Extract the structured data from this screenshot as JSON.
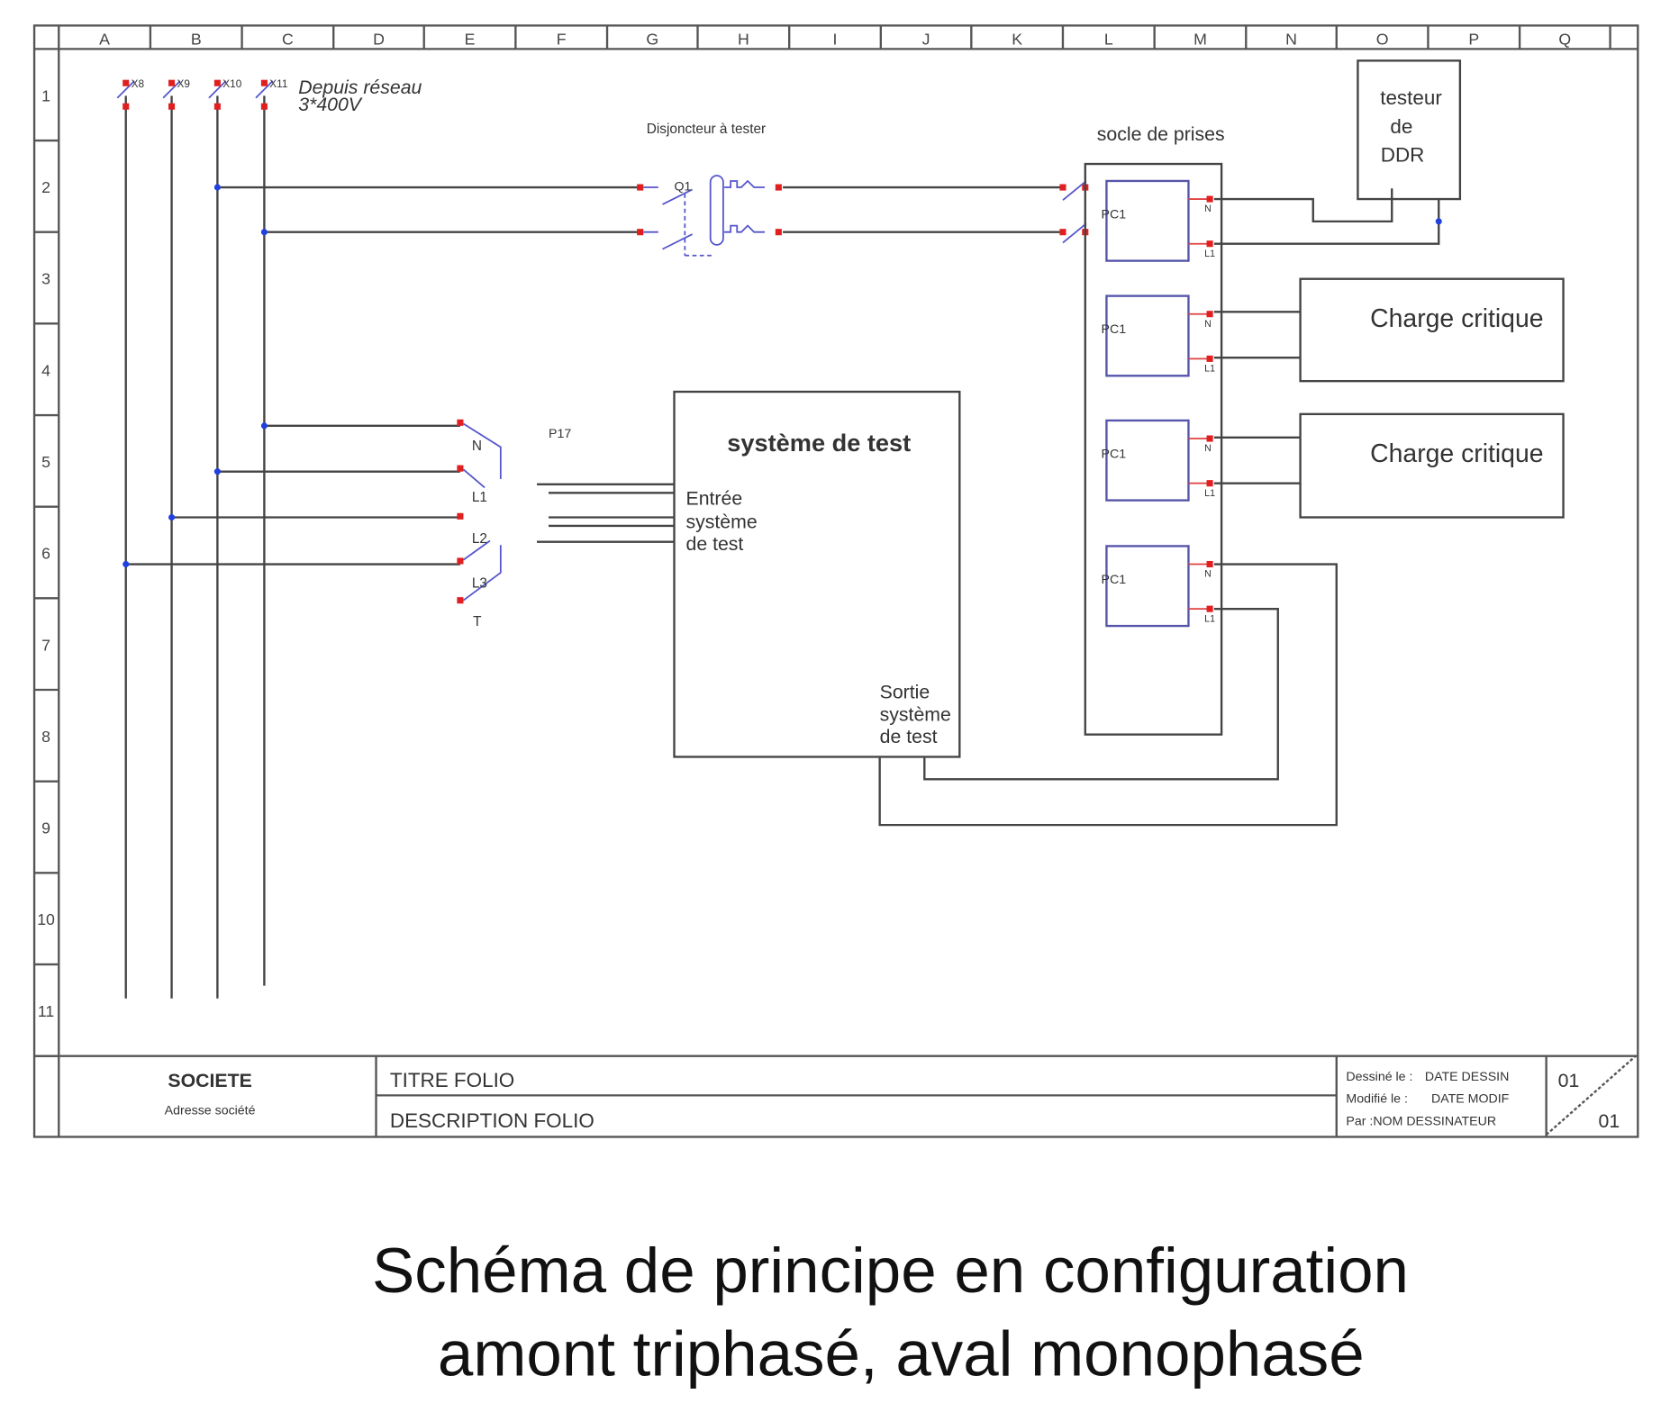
{
  "grid": {
    "columns": [
      "A",
      "B",
      "C",
      "D",
      "E",
      "F",
      "G",
      "H",
      "I",
      "J",
      "K",
      "L",
      "M",
      "N",
      "O",
      "P",
      "Q"
    ],
    "rows": [
      "1",
      "2",
      "3",
      "4",
      "5",
      "6",
      "7",
      "8",
      "9",
      "10",
      "11"
    ]
  },
  "supply": {
    "terminals": [
      "X8",
      "X9",
      "X10",
      "X11"
    ],
    "label_line1": "Depuis réseau",
    "label_line2": "3*400V"
  },
  "breaker": {
    "title": "Disjoncteur à tester",
    "ref": "Q1"
  },
  "socket_strip": {
    "title": "socle de prises",
    "sockets": [
      {
        "ref": "PC1",
        "pins": [
          "N",
          "L1"
        ]
      },
      {
        "ref": "PC1",
        "pins": [
          "N",
          "L1"
        ]
      },
      {
        "ref": "PC1",
        "pins": [
          "N",
          "L1"
        ]
      },
      {
        "ref": "PC1",
        "pins": [
          "N",
          "L1"
        ]
      }
    ]
  },
  "tester": {
    "lines": [
      "testeur",
      "de",
      "DDR"
    ]
  },
  "loads": [
    "Charge critique",
    "Charge critique"
  ],
  "connector": {
    "ref": "P17",
    "pins": [
      "N",
      "L1",
      "L2",
      "L3",
      "T"
    ]
  },
  "test_system": {
    "title": "système de test",
    "input": [
      "Entrée",
      "système",
      "de test"
    ],
    "output": [
      "Sortie",
      "système",
      "de test"
    ]
  },
  "title_block": {
    "company": "SOCIETE",
    "address": "Adresse société",
    "folio_title": "TITRE FOLIO",
    "folio_description": "DESCRIPTION FOLIO",
    "drawn_label": "Dessiné le :",
    "drawn_value": "DATE DESSIN",
    "modified_label": "Modifié le :",
    "modified_value": "DATE MODIF",
    "by": "Par :NOM DESSINATEUR",
    "folio_num": "01",
    "folio_total": "01"
  },
  "caption": {
    "line1": "Schéma de principe en configuration",
    "line2": "amont triphasé, aval monophasé"
  }
}
